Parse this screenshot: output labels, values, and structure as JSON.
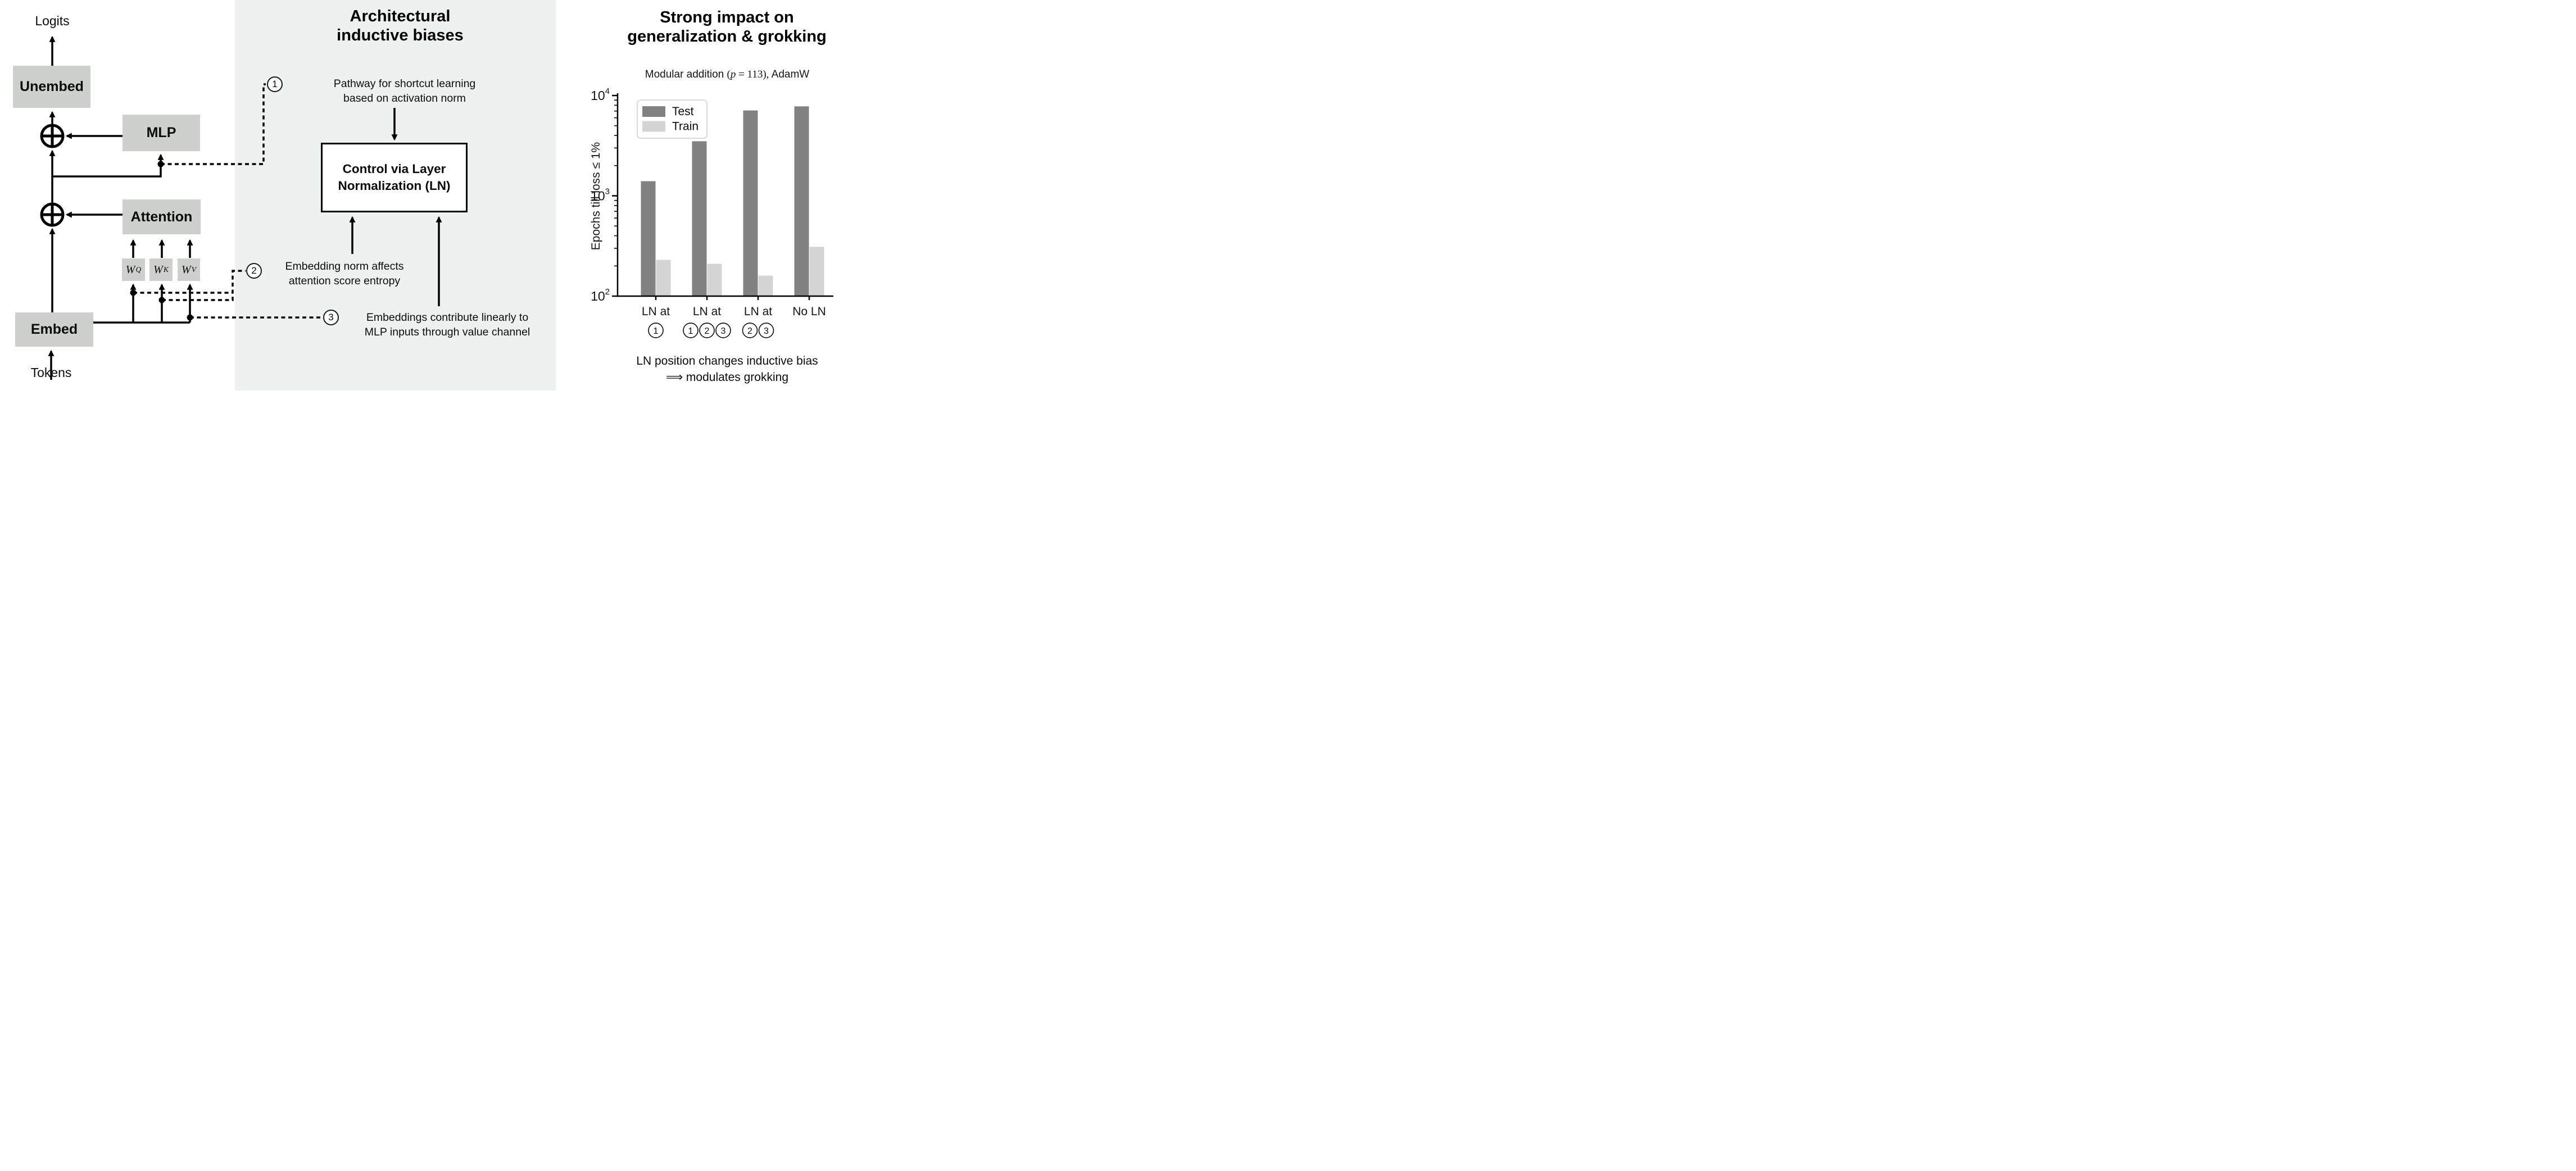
{
  "left_diagram": {
    "logits_label": "Logits",
    "unembed_label": "Unembed",
    "mlp_label": "MLP",
    "attention_label": "Attention",
    "wq": {
      "base": "W",
      "sup": "Q"
    },
    "wk": {
      "base": "W",
      "sup": "K"
    },
    "wv": {
      "base": "W",
      "sup": "V"
    },
    "embed_label": "Embed",
    "tokens_label": "Tokens"
  },
  "middle_panel": {
    "background_color": "#edf1ef",
    "title_line1": "Architectural",
    "title_line2": "inductive biases",
    "control_box_line1": "Control via Layer",
    "control_box_line2": "Normalization (LN)",
    "notes": [
      {
        "badge": "1",
        "line1": "Pathway for shortcut learning",
        "line2": "based on activation norm"
      },
      {
        "badge": "2",
        "line1": "Embedding norm affects",
        "line2": "attention score entropy"
      },
      {
        "badge": "3",
        "line1": "Embeddings contribute linearly to",
        "line2": "MLP inputs through value channel"
      }
    ]
  },
  "right_panel": {
    "title_line1": "Strong impact on",
    "title_line2": "generalization & grokking",
    "caption_line1": "LN position changes inductive bias",
    "caption_line2": "⟹ modulates grokking"
  },
  "chart_data": {
    "type": "bar",
    "title": "Modular addition (p = 113), AdamW",
    "subtitle_parts": {
      "prefix": "Modular addition ",
      "open": "(",
      "var": "p",
      "rest": " = 113),",
      "suffix": " AdamW"
    },
    "ylabel": "Epochs till loss ≤ 1%",
    "yscale": "log",
    "ylim": [
      100,
      10000
    ],
    "ytick_exponents": [
      2,
      3,
      4
    ],
    "categories": [
      "LN at",
      "LN at",
      "LN at",
      "No LN"
    ],
    "category_badges": [
      [
        "1"
      ],
      [
        "1",
        "2",
        "3"
      ],
      [
        "2",
        "3"
      ],
      []
    ],
    "series": [
      {
        "name": "Test",
        "color": "#828282",
        "values": [
          1400,
          3500,
          7100,
          7800
        ]
      },
      {
        "name": "Train",
        "color": "#d4d4d4",
        "values": [
          230,
          210,
          160,
          310
        ]
      }
    ],
    "legend_position": "upper left",
    "grid": false
  },
  "colors": {
    "diagram_box_fill": "#cdd0cd",
    "panel_bg": "#edf1ef",
    "bar_test": "#828282",
    "bar_train": "#d4d4d4",
    "legend_border": "#d9d9d9"
  }
}
